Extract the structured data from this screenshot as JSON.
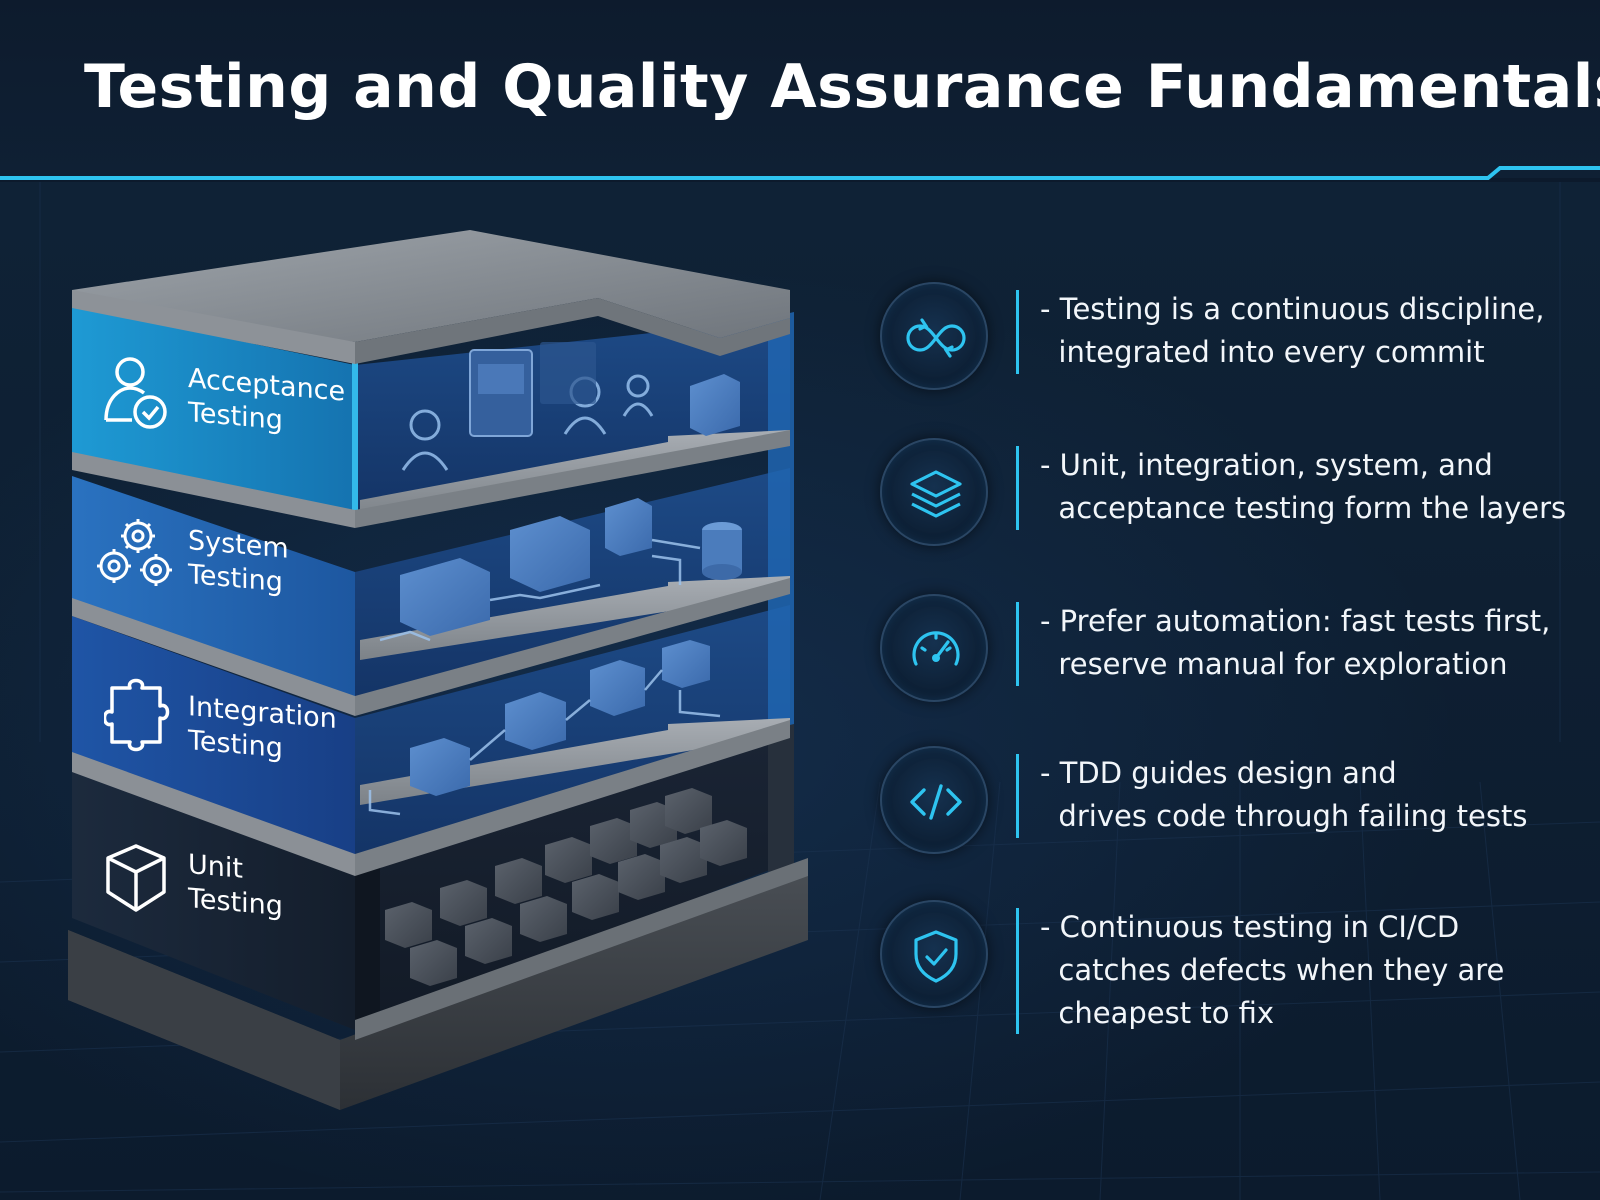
{
  "title": "Testing and Quality Assurance Fundamentals",
  "colors": {
    "accent": "#2ec4f0",
    "acceptance": "#1f8fca",
    "system": "#2467b3",
    "integration": "#1d4f9c",
    "unit": "#1a2536",
    "background": "#0c1a2c"
  },
  "layers": [
    {
      "icon": "user-check-icon",
      "line1": "Acceptance",
      "line2": "Testing"
    },
    {
      "icon": "gears-icon",
      "line1": "System",
      "line2": "Testing"
    },
    {
      "icon": "puzzle-icon",
      "line1": "Integration",
      "line2": "Testing"
    },
    {
      "icon": "cube-icon",
      "line1": "Unit",
      "line2": "Testing"
    }
  ],
  "points": [
    {
      "icon": "infinity-loop-icon",
      "lines": [
        "- Testing is a continuous discipline,",
        "  integrated into every commit"
      ]
    },
    {
      "icon": "layers-icon",
      "lines": [
        "- Unit, integration, system, and",
        "  acceptance testing form the layers"
      ]
    },
    {
      "icon": "speedometer-icon",
      "lines": [
        "- Prefer automation: fast tests first,",
        "  reserve manual for exploration"
      ]
    },
    {
      "icon": "code-brackets-icon",
      "lines": [
        "- TDD guides design and",
        "  drives code through failing tests"
      ]
    },
    {
      "icon": "shield-check-icon",
      "lines": [
        "- Continuous testing in CI/CD",
        "  catches defects when they are",
        "  cheapest to fix"
      ]
    }
  ]
}
